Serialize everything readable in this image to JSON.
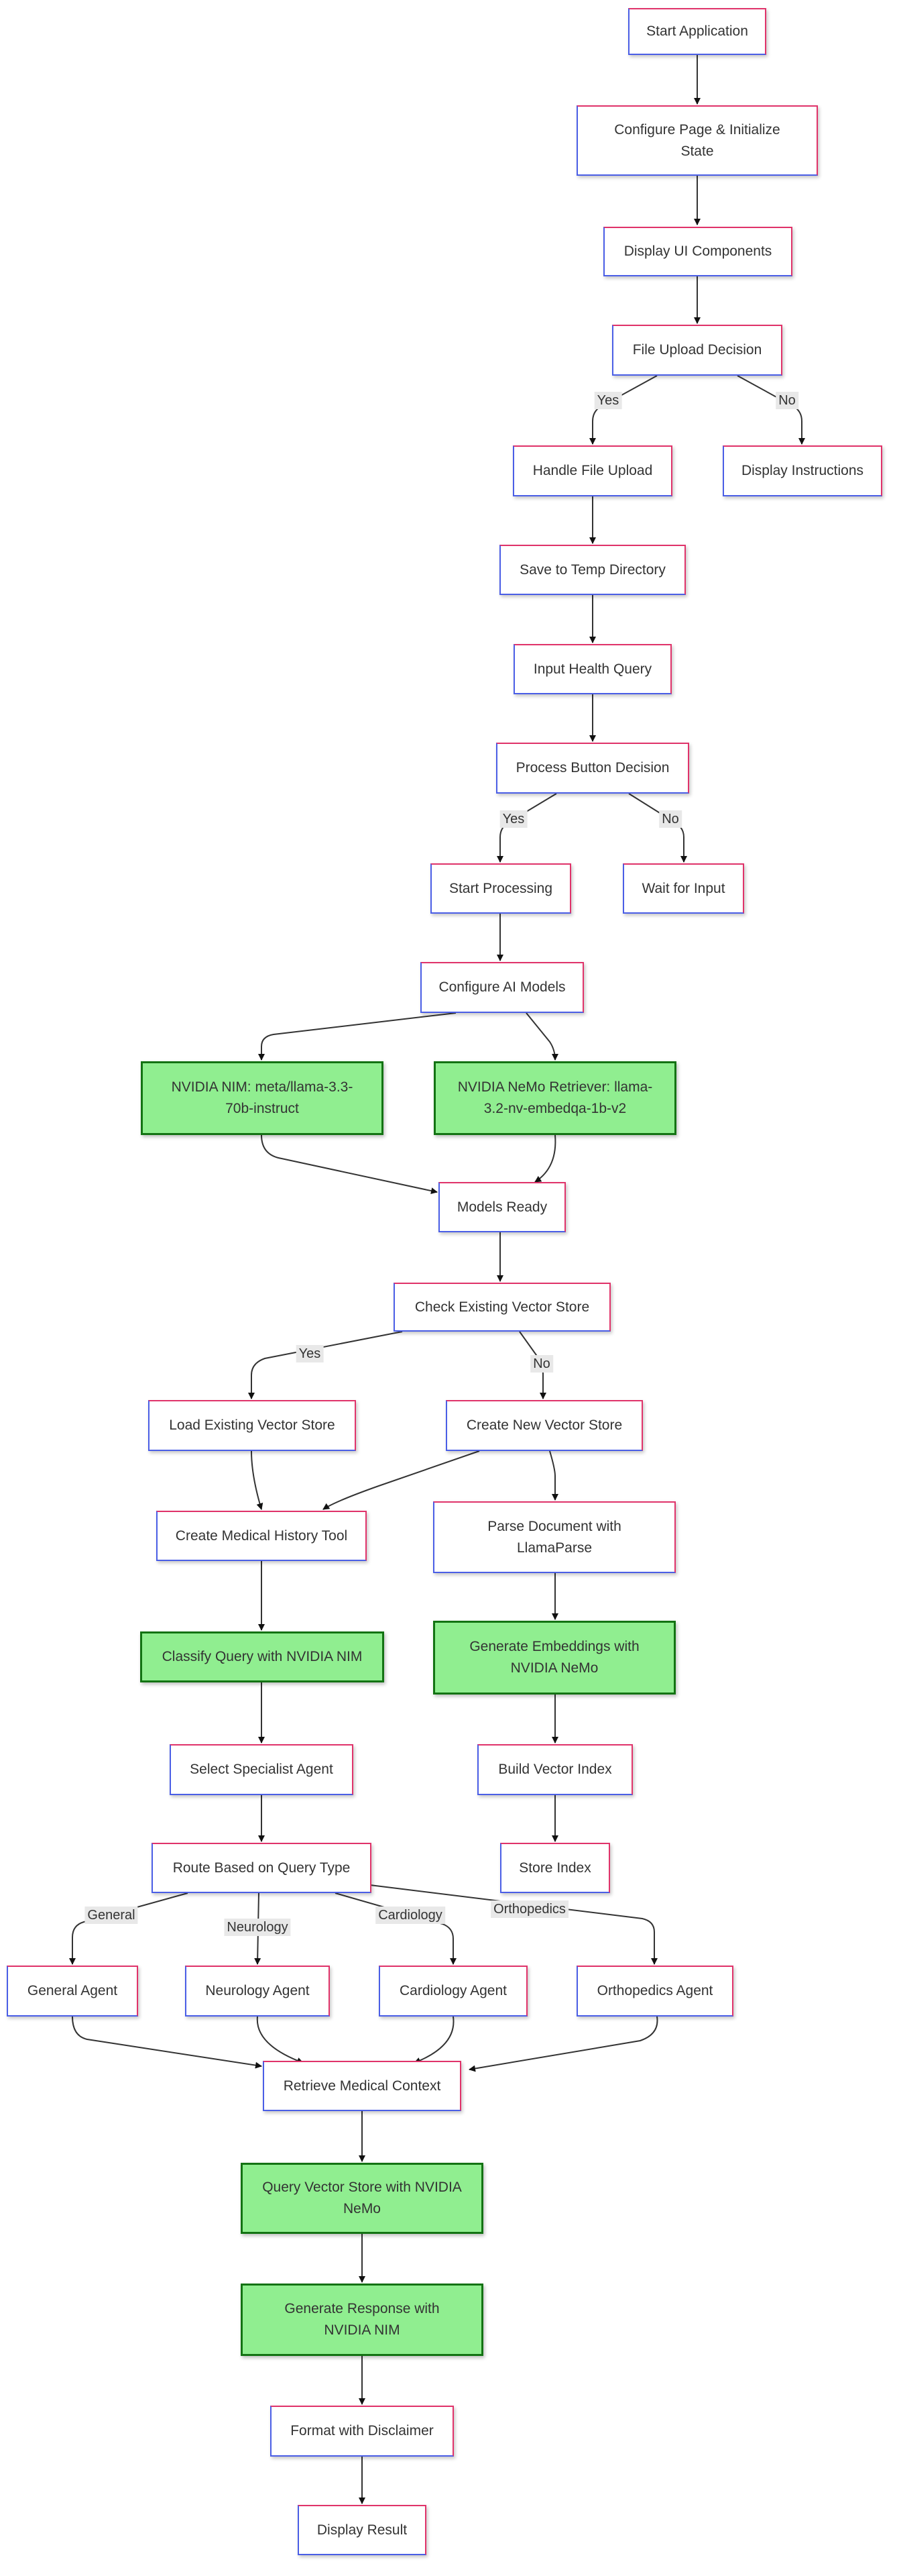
{
  "nodes": {
    "start": "Start Application",
    "configure_page": "Configure Page & Initialize\nState",
    "display_ui": "Display UI Components",
    "file_upload_decision": "File Upload Decision",
    "handle_upload": "Handle File Upload",
    "display_instructions": "Display Instructions",
    "save_temp": "Save to Temp Directory",
    "input_query": "Input Health Query",
    "process_decision": "Process Button Decision",
    "start_processing": "Start Processing",
    "wait_input": "Wait for Input",
    "configure_ai": "Configure AI Models",
    "nim_llm": "NVIDIA NIM: meta/llama-3.3-\n70b-instruct",
    "nemo_retriever": "NVIDIA NeMo Retriever: llama-\n3.2-nv-embedqa-1b-v2",
    "models_ready": "Models Ready",
    "check_store": "Check Existing Vector Store",
    "load_store": "Load Existing Vector Store",
    "create_store": "Create New Vector Store",
    "history_tool": "Create Medical History Tool",
    "parse_doc": "Parse Document with\nLlamaParse",
    "classify": "Classify Query with NVIDIA NIM",
    "gen_embeddings": "Generate Embeddings with\nNVIDIA NeMo",
    "select_agent": "Select Specialist Agent",
    "build_index": "Build Vector Index",
    "route": "Route Based on Query Type",
    "store_index": "Store Index",
    "general_agent": "General Agent",
    "neurology_agent": "Neurology Agent",
    "cardiology_agent": "Cardiology Agent",
    "orthopedics_agent": "Orthopedics Agent",
    "retrieve": "Retrieve Medical Context",
    "query_store": "Query Vector Store with NVIDIA\nNeMo",
    "gen_response": "Generate Response with\nNVIDIA NIM",
    "format": "Format with Disclaimer",
    "display_result": "Display Result"
  },
  "edge_labels": {
    "upload_yes": "Yes",
    "upload_no": "No",
    "process_yes": "Yes",
    "process_no": "No",
    "store_yes": "Yes",
    "store_no": "No",
    "route_general": "General",
    "route_neurology": "Neurology",
    "route_cardiology": "Cardiology",
    "route_orthopedics": "Orthopedics"
  },
  "colors": {
    "node_border_accent": "#e0336a",
    "node_border_secondary": "#4a5ee6",
    "ai_node_fill": "#90ee90",
    "ai_node_border": "#137313",
    "edge": "#333333",
    "edge_label_bg": "#e8e8e8"
  }
}
